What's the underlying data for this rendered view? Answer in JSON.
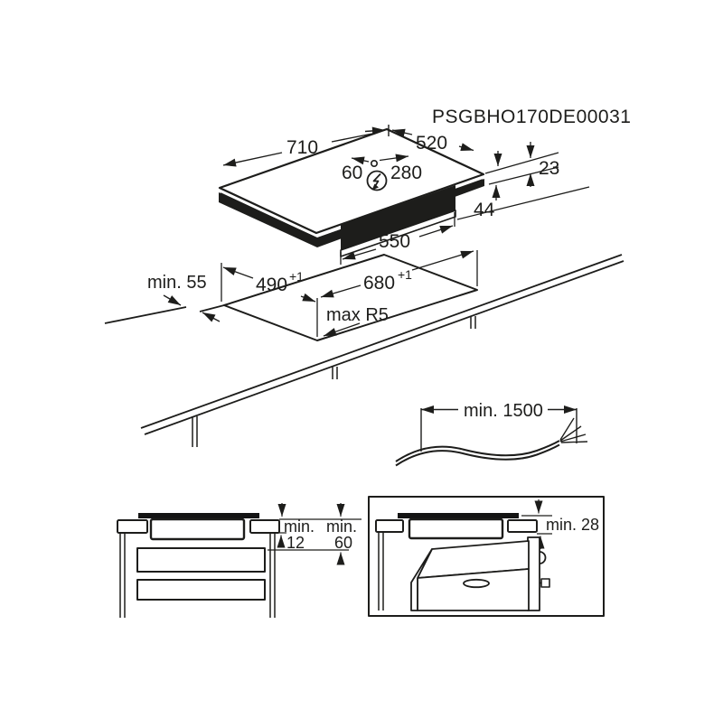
{
  "title_code": "PSGBHO170DE00031",
  "hob": {
    "width": "710",
    "depth": "520",
    "cable_offset_left": "60",
    "cable_offset_right": "280",
    "glass_height": "23",
    "body_height": "44",
    "body_width": "550"
  },
  "cutout": {
    "front_clearance": "min. 55",
    "depth": "490",
    "depth_tol": "+1",
    "width": "680",
    "width_tol": "+1",
    "corner_radius": "max R5"
  },
  "cable": {
    "length": "min. 1500"
  },
  "clearance_drawer": {
    "label1": "min.",
    "value1": "12",
    "label2": "min.",
    "value2": "60"
  },
  "clearance_oven": {
    "label": "min. 28"
  },
  "colors": {
    "line": "#1d1d1b",
    "glass_fill": "#141414",
    "background": "#ffffff"
  }
}
